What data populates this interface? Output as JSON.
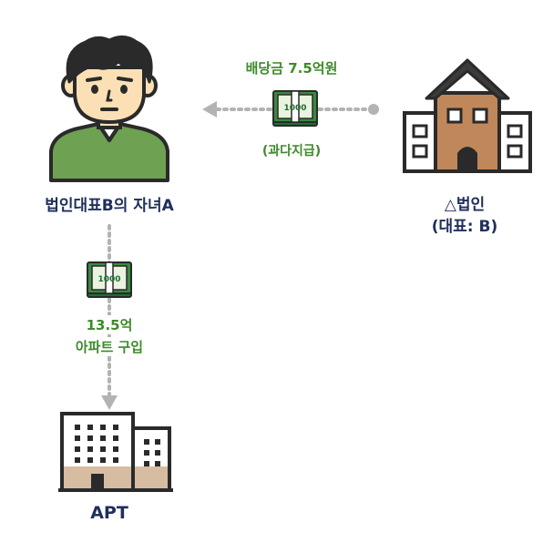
{
  "colors": {
    "navy": "#1f2f5c",
    "green_text": "#3d8a2a",
    "shirt_green": "#6ea152",
    "skin": "#fbe0b6",
    "hair": "#2a2a2a",
    "house_brown": "#c0885a",
    "roof_dark": "#3b3b3b",
    "arrow_gray": "#b3b3b3",
    "money_green": "#3a8a3e"
  },
  "labels": {
    "person": "법인대표B의 자녀A",
    "corp_line1": "△법인",
    "corp_line2": "(대표: B)",
    "dividend_amount": "배당금 7.5억원",
    "dividend_note": "(과다지급)",
    "purchase_amount": "13.5억",
    "purchase_desc": "아파트 구입",
    "apt": "APT",
    "banknote_value": "1000"
  },
  "icons": {
    "person": "person-icon",
    "corporation": "house-building-icon",
    "apartment": "apartment-building-icon",
    "money": "banknote-bundle-icon"
  }
}
